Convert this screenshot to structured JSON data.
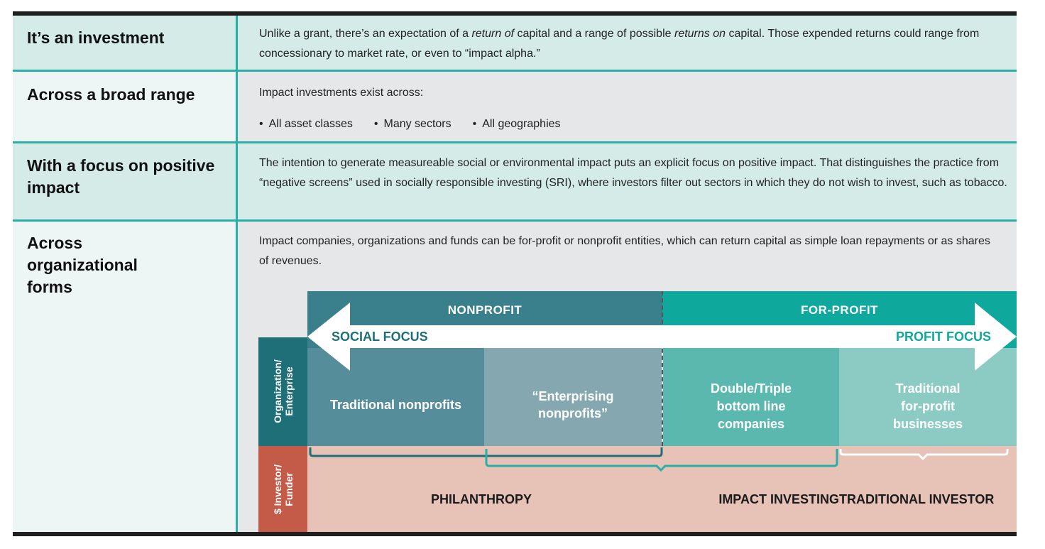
{
  "rows": [
    {
      "heading": "It’s an investment",
      "text_parts": [
        "Unlike a grant, there’s an expectation of a ",
        "return of",
        " capital and a range of possible ",
        "returns on",
        " capital. Those expended returns could range from concessionary to market rate, or even to “impact alpha.”"
      ]
    },
    {
      "heading": "Across a broad range",
      "intro": "Impact investments exist across:",
      "bullets": [
        "All asset classes",
        "Many sectors",
        "All geographies"
      ]
    },
    {
      "heading": "With a focus on positive impact",
      "text": "The intention to generate measureable social or environmental impact puts an explicit focus on positive impact. That distinguishes the practice from “negative screens” used in socially responsible investing (SRI), where investors filter out sectors in which they do not wish to invest, such as tobacco."
    },
    {
      "heading": "Across organizational forms",
      "text": "Impact companies, organizations and funds can be for-profit or nonprofit entities, which can return capital as simple loan repayments or as shares of revenues."
    }
  ],
  "diagram": {
    "nonprofit_label": "NONPROFIT",
    "forprofit_label": "FOR-PROFIT",
    "social_focus": "SOCIAL FOCUS",
    "profit_focus": "PROFIT FOCUS",
    "org_side_label": "Organization/ Enterprise",
    "investor_side_label": "$ Investor/ Funder",
    "boxes": [
      "Traditional nonprofits",
      "“Enterprising nonprofits”",
      "Double/Triple bottom line companies",
      "Traditional for-profit businesses"
    ],
    "funders": [
      "PHILANTHROPY",
      "IMPACT INVESTING",
      "TRADITIONAL INVESTOR"
    ],
    "colors": {
      "teal_dark": "#3a7f8c",
      "teal_bright": "#0fa89d",
      "box1": "#568d9a",
      "box2": "#85a8b0",
      "box3": "#5ab8ae",
      "box4": "#8ccbc4",
      "investor_bg": "#e6c2b7",
      "investor_side": "#c45a48",
      "org_side": "#1f6f78",
      "row_teal": "#d4ebe7",
      "row_gray": "#e6e7e8",
      "row_left_light": "#eef6f5"
    }
  }
}
